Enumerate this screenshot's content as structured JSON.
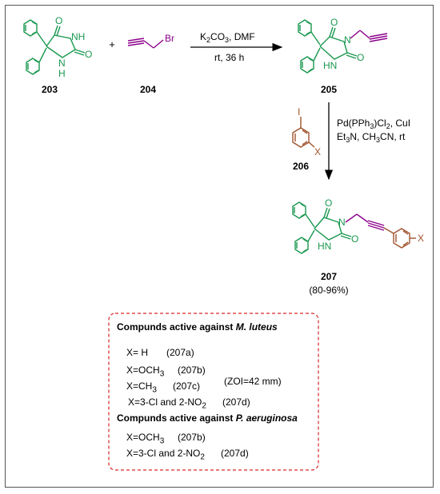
{
  "reaction": {
    "compounds": {
      "c203": "203",
      "c204": "204",
      "c205": "205",
      "c206": "206",
      "c207": "207"
    },
    "plus_sign": "+",
    "atoms": {
      "O": "O",
      "NH": "NH",
      "H": "H",
      "N": "N",
      "HN": "HN",
      "Br": "Br",
      "I": "I",
      "X": "X"
    },
    "step1": {
      "reagent_line1_a": "K",
      "reagent_line1_sub": "2",
      "reagent_line1_b": "CO",
      "reagent_line1_sub2": "3",
      "reagent_line1_c": ", DMF",
      "conditions": "rt, 36 h"
    },
    "step2": {
      "line1_a": "Pd(PPh",
      "line1_sub": "3",
      "line1_b": ")Cl",
      "line1_sub2": "2",
      "line1_c": ", CuI",
      "line2_a": "Et",
      "line2_sub": "3",
      "line2_b": "N, CH",
      "line2_sub2": "3",
      "line2_c": "CN, rt"
    },
    "yield": "(80-96%)"
  },
  "activity_box": {
    "heading1_prefix": "Compunds active against ",
    "heading1_organism": "M. luteus",
    "rows1": [
      {
        "x": "X= H",
        "code": "(207a)"
      },
      {
        "x": "X=OCH",
        "sub": "3",
        "code": "(207b)"
      },
      {
        "x": "X=CH",
        "sub": "3",
        "code": "(207c)"
      },
      {
        "x": "X=3-Cl and 2-NO",
        "sub": "2",
        "code": "(207d)"
      }
    ],
    "zoi": "(ZOI=42 mm)",
    "heading2_prefix": "Compunds active against ",
    "heading2_organism": "P. aeruginosa",
    "rows2": [
      {
        "x": "X=OCH",
        "sub": "3",
        "code": "(207b)"
      },
      {
        "x": "X=3-Cl and 2-NO",
        "sub": "2",
        "code": "(207d)"
      }
    ]
  },
  "colors": {
    "hydantoin": "#1a9850",
    "propargyl": "#8b008b",
    "aryl_iodide": "#a0522d",
    "box_border": "#d62728"
  }
}
